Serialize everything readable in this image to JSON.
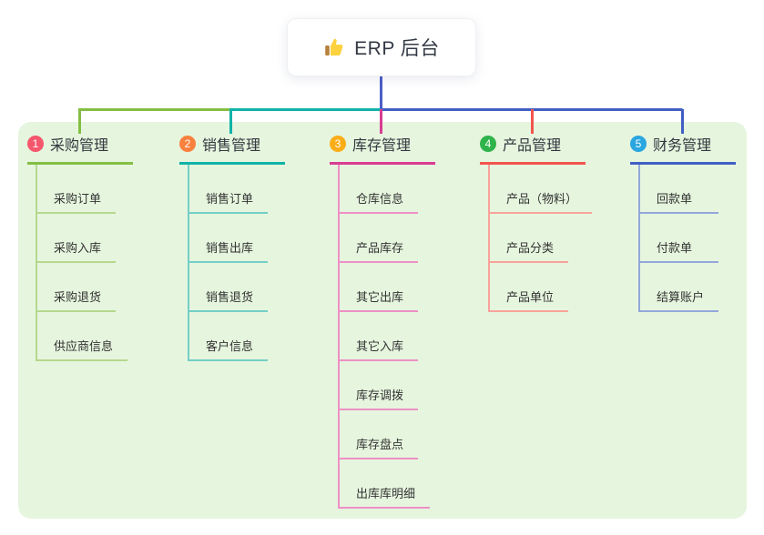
{
  "root": {
    "title": "ERP 后台",
    "icon": "thumbs-up-icon",
    "line_color": "#4B5EC8"
  },
  "canvas": {
    "page_bg": "#FFFFFF",
    "panel_bg": "#E6F5DE",
    "text_color": "#333333"
  },
  "branches": [
    {
      "badge": "1",
      "badge_color": "#F5576C",
      "line_color": "#84BE44",
      "child_line_color": "#B5D98C",
      "title": "采购管理",
      "children": [
        "采购订单",
        "采购入库",
        "采购退货",
        "供应商信息"
      ]
    },
    {
      "badge": "2",
      "badge_color": "#F9813E",
      "line_color": "#10B3A8",
      "child_line_color": "#72CFC7",
      "title": "销售管理",
      "children": [
        "销售订单",
        "销售出库",
        "销售退货",
        "客户信息"
      ]
    },
    {
      "badge": "3",
      "badge_color": "#FBAD18",
      "line_color": "#D93C92",
      "child_line_color": "#EE90C5",
      "title": "库存管理",
      "children": [
        "仓库信息",
        "产品库存",
        "其它出库",
        "其它入库",
        "库存调拨",
        "库存盘点",
        "出库库明细"
      ]
    },
    {
      "badge": "4",
      "badge_color": "#2FB34B",
      "line_color": "#F3544E",
      "child_line_color": "#F9A29B",
      "title": "产品管理",
      "children": [
        "产品（物料）",
        "产品分类",
        "产品单位"
      ]
    },
    {
      "badge": "5",
      "badge_color": "#29A6E0",
      "line_color": "#415FC4",
      "child_line_color": "#93A7DC",
      "title": "财务管理",
      "children": [
        "回款单",
        "付款单",
        "结算账户"
      ]
    }
  ]
}
